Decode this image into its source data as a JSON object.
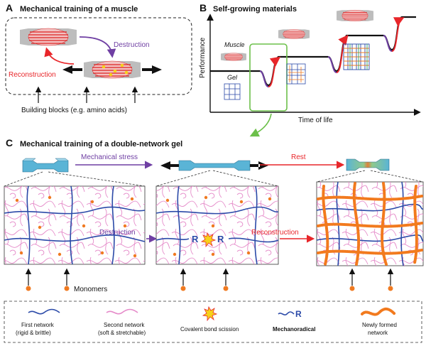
{
  "panels": {
    "a": {
      "letter": "A",
      "title": "Mechanical training of a muscle",
      "destruction": "Destruction",
      "reconstruction": "Reconstruction",
      "building_blocks": "Building blocks (e.g. amino acids)"
    },
    "b": {
      "letter": "B",
      "title": "Self-growing materials",
      "ylabel": "Performance",
      "xlabel": "Time of life",
      "muscle": "Muscle",
      "gel": "Gel"
    },
    "c": {
      "letter": "C",
      "title": "Mechanical training of a double-network gel",
      "stress": "Mechanical stress",
      "rest": "Rest",
      "destruction": "Destruction",
      "reconstruction": "Reconstruction",
      "monomers": "Monomers",
      "radical": "R"
    }
  },
  "legend": {
    "first_network_1": "First network",
    "first_network_2": "(rigid & brittle)",
    "second_network_1": "Second network",
    "second_network_2": "(soft & stretchable)",
    "scission": "Covalent bond scission",
    "radical": "R",
    "mechanoradical": "Mechanoradical",
    "new_network_1": "Newly formed",
    "new_network_2": "network"
  },
  "colors": {
    "first_network": "#2b4aa8",
    "second_network": "#e58ac9",
    "new_network": "#f27a1e",
    "destruction": "#6f3fa3",
    "reconstruction": "#e8262a",
    "highlight_box": "#6cc04a",
    "monomer": "#f07a21"
  }
}
